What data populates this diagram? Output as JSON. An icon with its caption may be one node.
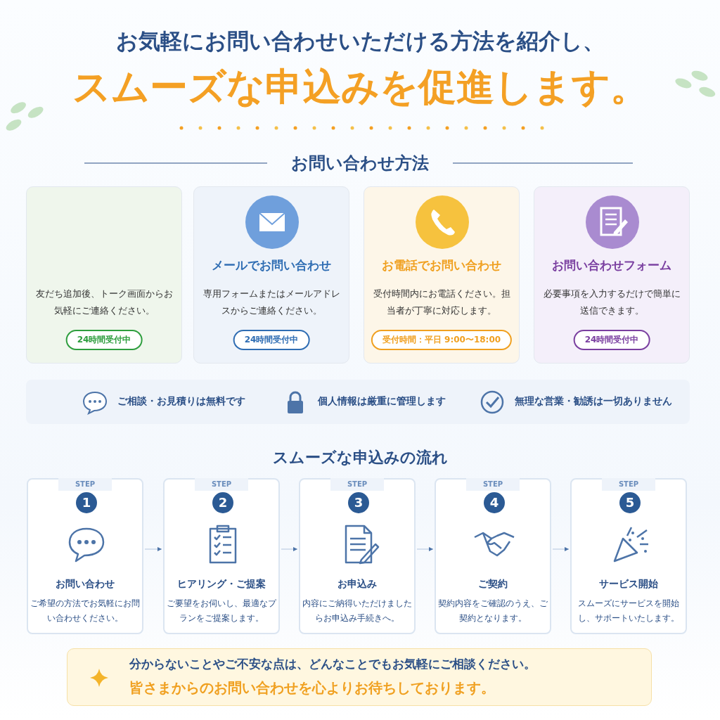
{
  "diagram": {
    "title": "お気軽にお問い合わせいただける方法を紹介し、",
    "nodes": [
      {
        "text": [
          "友だち追加後、トーク画面からお気軽にご連絡ください。",
          "24時間受付中"
        ]
      },
      {
        "text": [
          "メールでお問い合わせ",
          "専用フォームまたはメールアドレスからご連絡ください。",
          "24時間受付中"
        ]
      },
      {
        "text": [
          "お電話でお問い合わせ",
          "受付時間内にお電話ください。担当者が丁寧に対応します。",
          "受付時間：平日 9:00〜18:00"
        ]
      },
      {
        "text": [
          "お問い合わせフォーム",
          "必要事項を入力するだけで簡単に送信できます。",
          "24時間受付中"
        ]
      },
      {
        "text": [
          "ご相談・お見積りは無料です",
          "個人情報は厳重に管理します",
          "無理な営業・勧誘は一切ありません"
        ]
      },
      {
        "text": [
          "STEP",
          "1",
          "お問い合わせ",
          "ご希望の方法でお気軽にお問い合わせください。"
        ]
      },
      {
        "text": [
          "STEP",
          "2",
          "ヒアリング・ご提案",
          "ご要望をお伺いし、最適なプランをご提案します。"
        ]
      },
      {
        "text": [
          "STEP",
          "3",
          "お申込み",
          "内容にご納得いただけましたらお申込み手続きへ。"
        ]
      },
      {
        "text": [
          "STEP",
          "4",
          "ご契約",
          "契約内容をご確認のうえ、ご契約となります。"
        ]
      },
      {
        "text": [
          "STEP",
          "5",
          "サービス開始",
          "スムーズにサービスを開始し、サポートいたします。"
        ]
      },
      {
        "text": [
          "分からないことやご不安な点は、どんなことでもお気軽にご相談ください。",
          "皆さまからのお問い合わせを心よりお待ちしております。"
        ]
      }
    ],
    "edges": [
      {
        "from": 5,
        "to": 6,
        "arrow": "to"
      },
      {
        "from": 6,
        "to": 7,
        "arrow": "to"
      },
      {
        "from": 7,
        "to": 8,
        "arrow": "to"
      },
      {
        "from": 8,
        "to": 9,
        "arrow": "to"
      }
    ],
    "labels": [
      "スムーズな申込みを促進します。",
      "お問い合わせ方法",
      "スムーズな申込みの流れ"
    ]
  }
}
